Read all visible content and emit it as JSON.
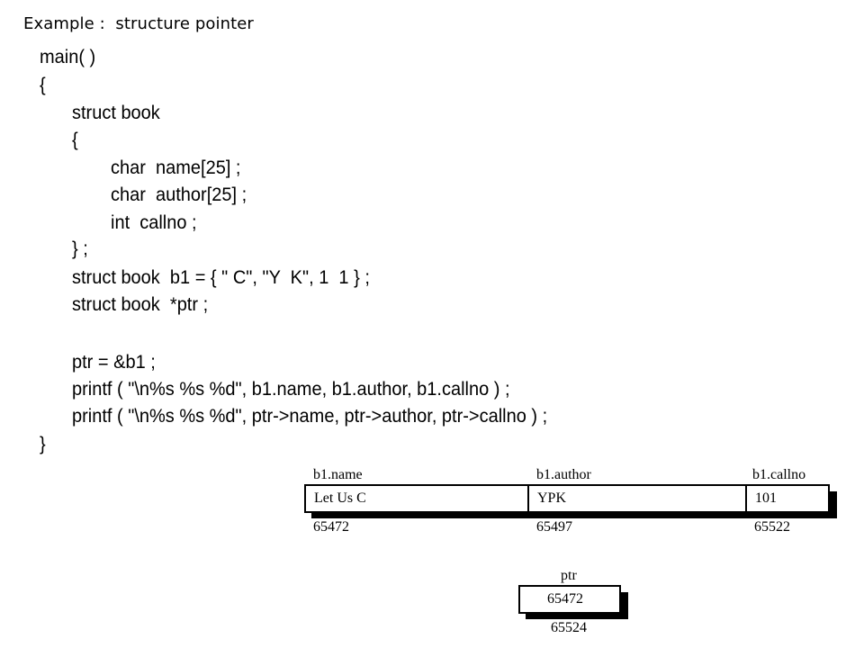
{
  "slide": {
    "title": "Example :  structure pointer"
  },
  "code": {
    "lines": [
      "main( )",
      "{",
      "struct book",
      "{",
      "char  name[25] ;",
      "char  author[25] ;",
      "int  callno ;",
      "} ;",
      "struct book  b1 = { \" C\", \"Y  K\", 1  1 } ;",
      "struct book  *ptr ;",
      "ptr = &b1 ;",
      "printf ( \"\\n%s %s %d\", b1.name, b1.author, b1.callno ) ;",
      "printf ( \"\\n%s %s %d\", ptr->name, ptr->author, ptr->callno ) ;",
      "}"
    ]
  },
  "diagram": {
    "struct_memory": {
      "fields": [
        {
          "label": "b1.name",
          "value": "Let Us C",
          "address": "65472"
        },
        {
          "label": "b1.author",
          "value": "YPK",
          "address": "65497"
        },
        {
          "label": "b1.callno",
          "value": "101",
          "address": "65522"
        }
      ]
    },
    "pointer_memory": {
      "label": "ptr",
      "value": "65472",
      "address": "65524"
    }
  }
}
